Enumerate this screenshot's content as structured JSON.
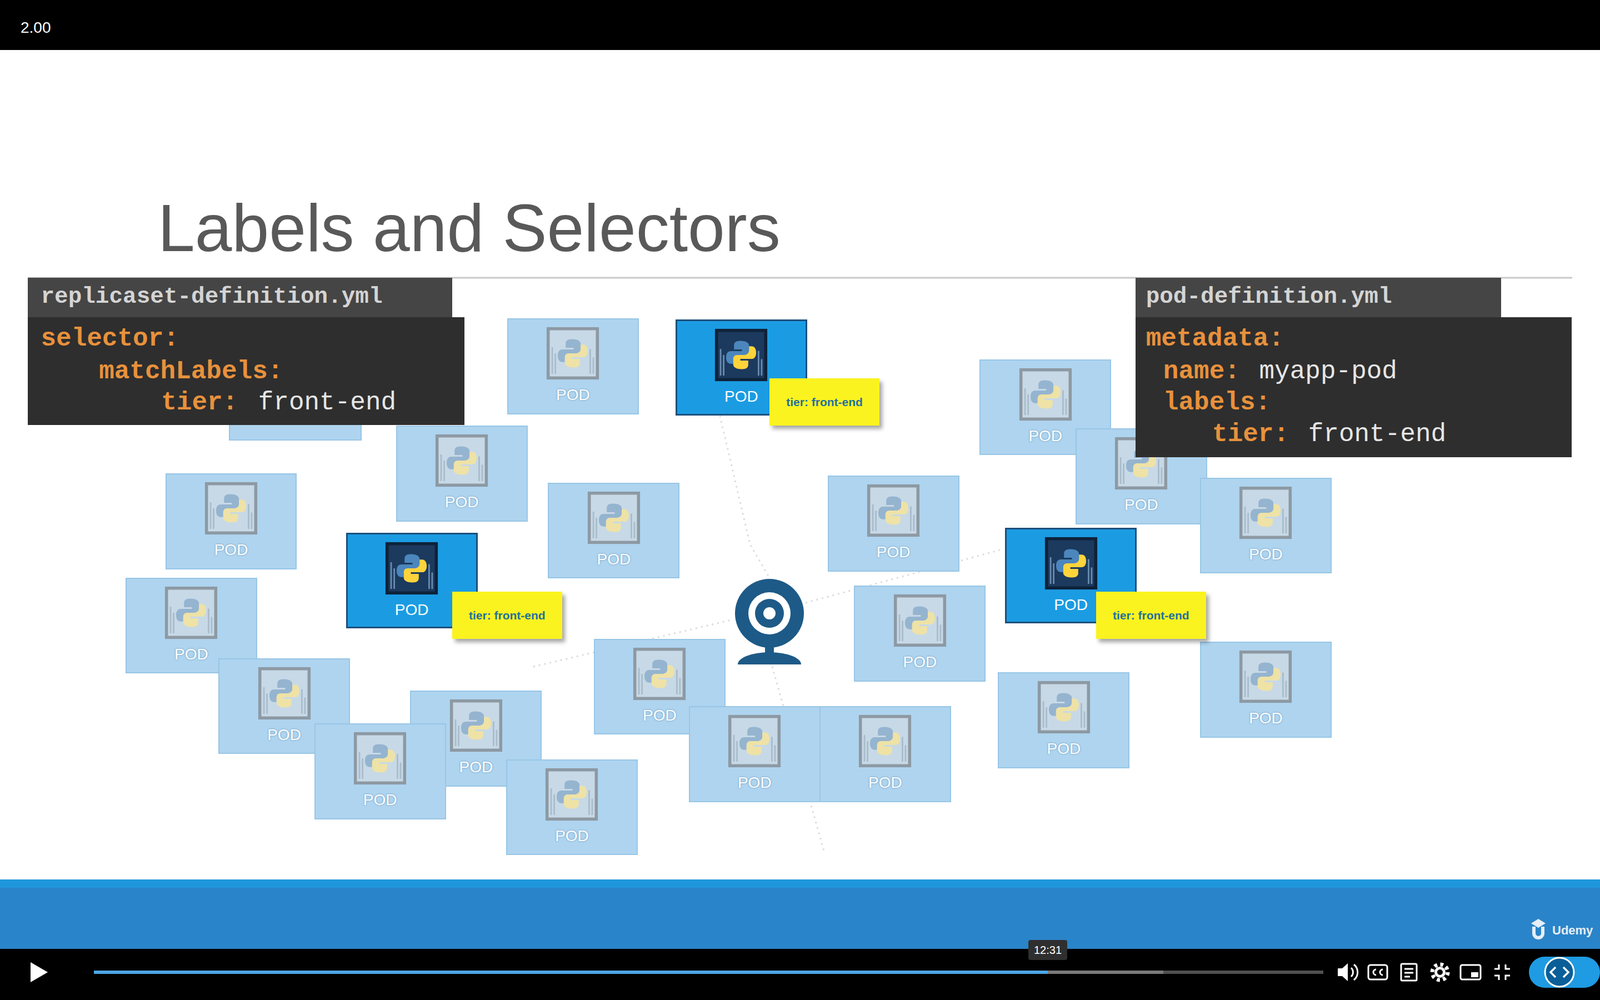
{
  "diagram": {
    "title": "Labels and Selectors",
    "nodes": [
      {
        "text": [
          "replicaset-definition.yml",
          "selector:",
          "matchLabels:",
          "tier:",
          "front-end"
        ]
      },
      {
        "text": [
          "pod-definition.yml",
          "metadata:",
          "name:",
          "myapp-pod",
          "labels:",
          "tier:",
          "front-end"
        ]
      },
      {
        "text": [
          "POD"
        ]
      },
      {
        "text": [
          "POD"
        ]
      },
      {
        "text": [
          "POD"
        ]
      },
      {
        "text": [
          "POD"
        ]
      },
      {
        "text": [
          "POD"
        ]
      },
      {
        "text": [
          "POD"
        ]
      },
      {
        "text": [
          "POD"
        ]
      },
      {
        "text": [
          "POD"
        ]
      },
      {
        "text": [
          "POD"
        ]
      },
      {
        "text": [
          "POD"
        ]
      },
      {
        "text": [
          "POD"
        ]
      },
      {
        "text": [
          "POD"
        ]
      },
      {
        "text": [
          "POD"
        ]
      },
      {
        "text": [
          "POD"
        ]
      },
      {
        "text": [
          "POD"
        ]
      },
      {
        "text": [
          "POD"
        ]
      },
      {
        "text": [
          "POD"
        ]
      },
      {
        "text": [
          "POD"
        ]
      },
      {
        "text": [
          "POD"
        ]
      },
      {
        "text": [
          "POD"
        ]
      },
      {
        "text": [
          "POD"
        ]
      },
      {
        "text": [
          "POD"
        ]
      },
      {
        "text": [
          "tier: front-end"
        ]
      },
      {
        "text": [
          "tier: front-end"
        ]
      },
      {
        "text": [
          "tier: front-end"
        ]
      }
    ],
    "labels": [
      "2.00",
      "Udemy",
      "12:31"
    ]
  }
}
